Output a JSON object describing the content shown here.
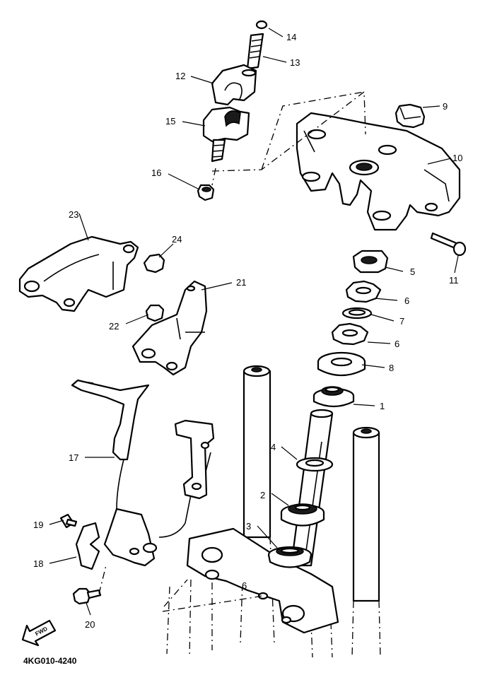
{
  "diagram": {
    "code": "4KG010-4240",
    "direction_label": "FWD",
    "callouts": [
      "1",
      "2",
      "3",
      "4",
      "5",
      "6",
      "7",
      "6",
      "8",
      "9",
      "10",
      "11",
      "12",
      "13",
      "14",
      "15",
      "16",
      "17",
      "18",
      "19",
      "20",
      "21",
      "22",
      "23",
      "24",
      "6"
    ]
  }
}
